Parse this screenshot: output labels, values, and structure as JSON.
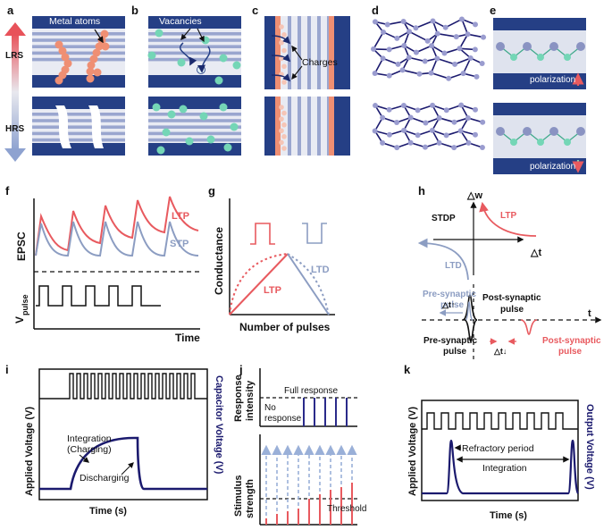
{
  "panel_letters": {
    "a": "a",
    "b": "b",
    "c": "c",
    "d": "d",
    "e": "e",
    "f": "f",
    "g": "g",
    "h": "h",
    "i": "i",
    "j": "j",
    "k": "k"
  },
  "a": {
    "top_label": "Metal atoms",
    "lrs": "LRS",
    "hrs": "HRS"
  },
  "b": {
    "top_label": "Vacancies"
  },
  "c": {
    "top_label": "Charges"
  },
  "e": {
    "pol_top": "polarization",
    "pol_bottom": "polarization"
  },
  "f": {
    "ltp": "LTP",
    "stp": "STP",
    "ylabel": "EPSC",
    "vpulse": "V",
    "vpulse_sub": "pulse",
    "xlabel": "Time"
  },
  "g": {
    "ylabel": "Conductance",
    "xlabel": "Number of pulses",
    "ltp": "LTP",
    "ltd": "LTD"
  },
  "h": {
    "dw": "△w",
    "dt": "△t",
    "stdp": "STDP",
    "ltp": "LTP",
    "ltd": "LTD",
    "pre1a": "Pre-synaptic",
    "pre1b": "pulse",
    "post1a": "Post-synaptic",
    "post1b": "pulse",
    "dt_up": "△t↑",
    "t": "t",
    "pre2a": "Pre-synaptic",
    "pre2b": "pulse",
    "post2a": "Post-synaptic",
    "post2b": "pulse",
    "dt_down": "△t↓"
  },
  "i": {
    "ylabel_left": "Applied Voltage (V)",
    "ylabel_right": "Capacitor Voltage (V)",
    "integ1": "Integration",
    "integ2": "(Charging)",
    "discharging": "Discharging",
    "xlabel": "Time (s)"
  },
  "j": {
    "ylabel_top1": "Response",
    "ylabel_top2": "intensity",
    "full": "Full response",
    "no1": "No",
    "no2": "response",
    "ylabel_bot1": "Stimulus",
    "ylabel_bot2": "strength",
    "threshold": "Threshold"
  },
  "k": {
    "ylabel_left": "Applied Voltage (V)",
    "ylabel_right": "Output Voltage (V)",
    "refractory": "Refractory period",
    "integration": "Integration",
    "xlabel": "Time (s)"
  },
  "colors": {
    "navy": "#253f85",
    "stripe": "#9aa6cf",
    "orange": "#ef8f73",
    "teal": "#74d6b6",
    "red": "#e85a5f",
    "blue_grey": "#8c9dc2",
    "dark_navy": "#1b1a6e",
    "lattice": "#9a9ccf"
  }
}
